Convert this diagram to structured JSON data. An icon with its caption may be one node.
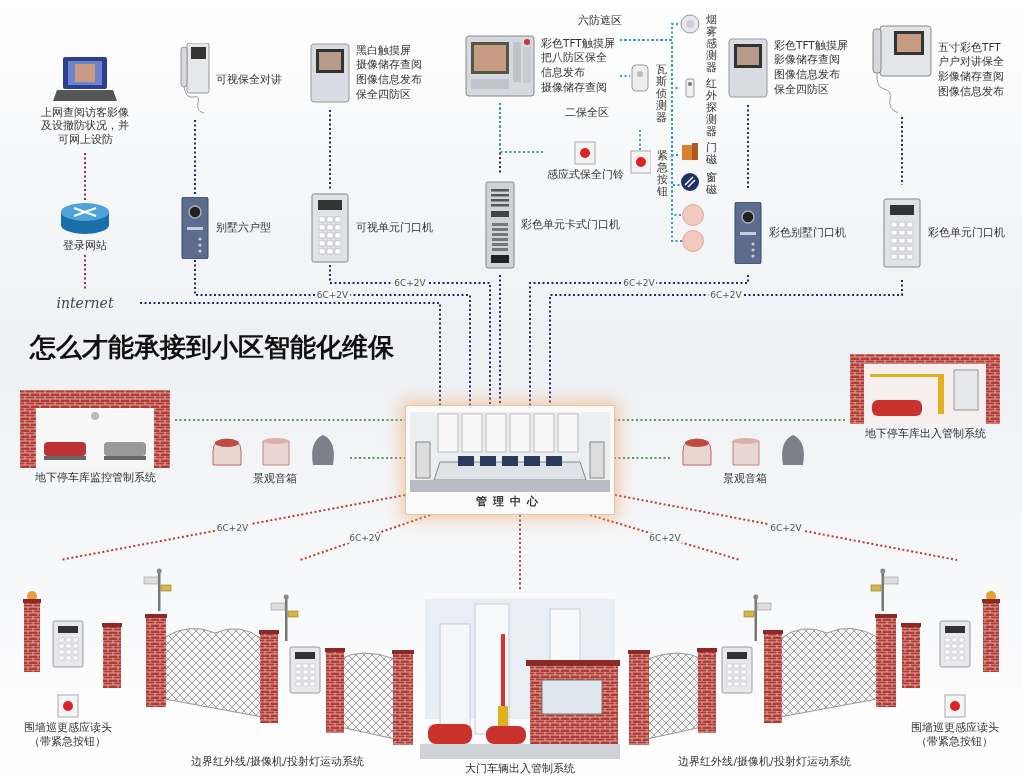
{
  "diagram": {
    "title": "怎么才能承接到小区智能化维保",
    "nodes": [
      {
        "text": [
          "上网查阅访客影像及设撤防状况，并可网上设防"
        ]
      },
      {
        "text": [
          "登录网站"
        ]
      },
      {
        "text": [
          "internet"
        ]
      },
      {
        "text": [
          "可视保全对讲"
        ]
      },
      {
        "text": [
          "别墅六户型"
        ]
      },
      {
        "text": [
          "黑白触摸屏",
          "摄像储存查阅",
          "图像信息发布",
          "保全四防区"
        ]
      },
      {
        "text": [
          "可视单元门口机"
        ]
      },
      {
        "text": [
          "彩色TFT触摸屏",
          "把八防区保全",
          "信息发布",
          "摄像储存查阅"
        ]
      },
      {
        "text": [
          "瓦斯侦测器"
        ]
      },
      {
        "text": [
          "紧急按钮"
        ]
      },
      {
        "text": [
          "感应式保全门铃"
        ]
      },
      {
        "text": [
          "彩色单元卡式门口机"
        ]
      },
      {
        "text": [
          "烟雾感测器"
        ]
      },
      {
        "text": [
          "红外探测器"
        ]
      },
      {
        "text": [
          "门磁"
        ]
      },
      {
        "text": [
          "窗磁"
        ]
      },
      {
        "text": [],
        "shape": "circle"
      },
      {
        "text": [],
        "shape": "circle"
      },
      {
        "text": [
          "彩色TFT触摸屏",
          "影像储存查阅",
          "图像信息发布",
          "保全四防区"
        ]
      },
      {
        "text": [
          "彩色别墅门口机"
        ]
      },
      {
        "text": [
          "五寸彩色TFT",
          "户户对讲保全",
          "影像储存查阅",
          "图像信息发布"
        ]
      },
      {
        "text": [
          "彩色单元门口机"
        ]
      },
      {
        "text": [
          "地下停车库监控管制系统"
        ]
      },
      {
        "text": [
          "景观音箱"
        ]
      },
      {
        "text": [
          "管理中心"
        ]
      },
      {
        "text": [
          "景观音箱"
        ]
      },
      {
        "text": [
          "地下停车库出入管制系统"
        ]
      },
      {
        "text": [
          "围墙巡更感应读头（带紧急按钮）"
        ]
      },
      {
        "text": [
          "边界红外线/摄像机/投射灯运动系统"
        ]
      },
      {
        "text": [
          "大门车辆出入管制系统"
        ]
      },
      {
        "text": [
          "边界红外线/摄像机/投射灯运动系统"
        ]
      },
      {
        "text": [
          "围墙巡更感应读头（带紧急按钮）"
        ]
      }
    ],
    "edges": [
      {
        "from": 0,
        "to": 1,
        "arrow": "none",
        "color": "#8a3050"
      },
      {
        "from": 1,
        "to": 2,
        "arrow": "none",
        "color": "#8a3050"
      },
      {
        "from": 2,
        "to": 24,
        "arrow": "none"
      },
      {
        "from": 3,
        "to": 4,
        "arrow": "none"
      },
      {
        "from": 5,
        "to": 6,
        "arrow": "none"
      },
      {
        "from": 7,
        "to": 11,
        "arrow": "none"
      },
      {
        "from": 7,
        "to": 10,
        "arrow": "none",
        "color": "#2f9cc4"
      },
      {
        "from": 7,
        "to": 8,
        "arrow": "none",
        "color": "#2f9cc4"
      },
      {
        "from": 8,
        "to": 9,
        "arrow": "none",
        "color": "#2f9cc4"
      },
      {
        "from": 7,
        "to": 12,
        "arrow": "none",
        "color": "#2f9cc4"
      },
      {
        "from": 7,
        "to": 13,
        "arrow": "none",
        "color": "#2f9cc4"
      },
      {
        "from": 7,
        "to": 14,
        "arrow": "none",
        "color": "#2f9cc4"
      },
      {
        "from": 7,
        "to": 15,
        "arrow": "none",
        "color": "#2f9cc4"
      },
      {
        "from": 7,
        "to": 16,
        "arrow": "none",
        "color": "#2f9cc4"
      },
      {
        "from": 7,
        "to": 17,
        "arrow": "none",
        "color": "#2f9cc4"
      },
      {
        "from": 18,
        "to": 19,
        "arrow": "none"
      },
      {
        "from": 20,
        "to": 21,
        "arrow": "none"
      },
      {
        "from": 4,
        "to": 24,
        "arrow": "none",
        "label": "6C+2V"
      },
      {
        "from": 6,
        "to": 24,
        "arrow": "none",
        "label": "6C+2V"
      },
      {
        "from": 11,
        "to": 24,
        "arrow": "none"
      },
      {
        "from": 19,
        "to": 24,
        "arrow": "none",
        "label": "6C+2V"
      },
      {
        "from": 21,
        "to": 24,
        "arrow": "none",
        "label": "6C+2V"
      },
      {
        "from": 22,
        "to": 24,
        "arrow": "none",
        "color": "#5a9a5a"
      },
      {
        "from": 23,
        "to": 24,
        "arrow": "none",
        "color": "#5a9a5a"
      },
      {
        "from": 25,
        "to": 24,
        "arrow": "none",
        "color": "#5a9a5a"
      },
      {
        "from": 26,
        "to": 24,
        "arrow": "none",
        "color": "#5a9a5a"
      },
      {
        "from": 24,
        "to": 27,
        "arrow": "none",
        "color": "#c0392b",
        "label": "6C+2V"
      },
      {
        "from": 24,
        "to": 28,
        "arrow": "none",
        "color": "#c0392b",
        "label": "6C+2V"
      },
      {
        "from": 24,
        "to": 29,
        "arrow": "none",
        "color": "#c0392b"
      },
      {
        "from": 24,
        "to": 30,
        "arrow": "none",
        "color": "#c0392b",
        "label": "6C+2V"
      },
      {
        "from": 24,
        "to": 31,
        "arrow": "none",
        "color": "#c0392b",
        "label": "6C+2V"
      }
    ],
    "labels": [
      "六防遮区",
      "二保全区"
    ]
  }
}
